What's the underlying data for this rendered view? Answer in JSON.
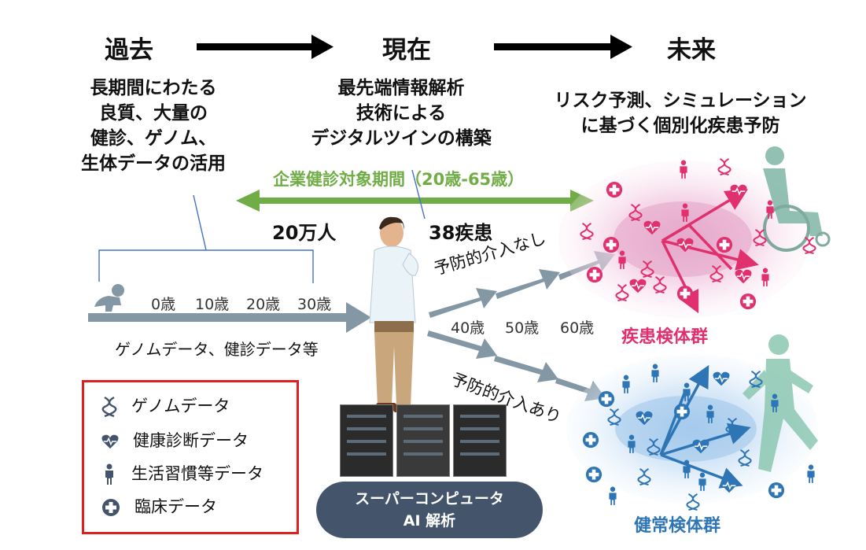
{
  "timeline": {
    "past": "過去",
    "present": "現在",
    "future": "未来"
  },
  "descriptions": {
    "past": [
      "長期間にわたる",
      "良質、大量の",
      "健診、ゲノム、",
      "生体データの活用"
    ],
    "present": [
      "最先端情報解析",
      "技術による",
      "デジタルツインの構築"
    ],
    "future": [
      "リスク予測、シミュレーション",
      "に基づく個別化疾患予防"
    ]
  },
  "period_label": "企業健診対象期間（20歳-65歳）",
  "count_people": "20万人",
  "count_diseases": "38疾患",
  "ages_early": [
    "0歳",
    "10歳",
    "20歳",
    "30歳"
  ],
  "ages_late": [
    "40歳",
    "50歳",
    "60歳"
  ],
  "data_caption": "ゲノムデータ、健診データ等",
  "branch_no_intervention": "予防的介入なし",
  "branch_intervention": "予防的介入あり",
  "group_disease": "疾患検体群",
  "group_healthy": "健常検体群",
  "legend": [
    {
      "icon": "dna-icon",
      "label": "ゲノムデータ"
    },
    {
      "icon": "heart-pulse-icon",
      "label": "健康診断データ"
    },
    {
      "icon": "person-icon",
      "label": "生活習慣等データ"
    },
    {
      "icon": "medical-cross-icon",
      "label": "臨床データ"
    }
  ],
  "ai_box": {
    "line1": "スーパーコンピュータ",
    "line2": "AI 解析"
  },
  "colors": {
    "green": "#70ad47",
    "disease": "#e0306e",
    "healthy": "#2e75b6",
    "gray_arrow": "#8497a5",
    "legend_border": "#e02020",
    "ai_box": "#44546a"
  }
}
